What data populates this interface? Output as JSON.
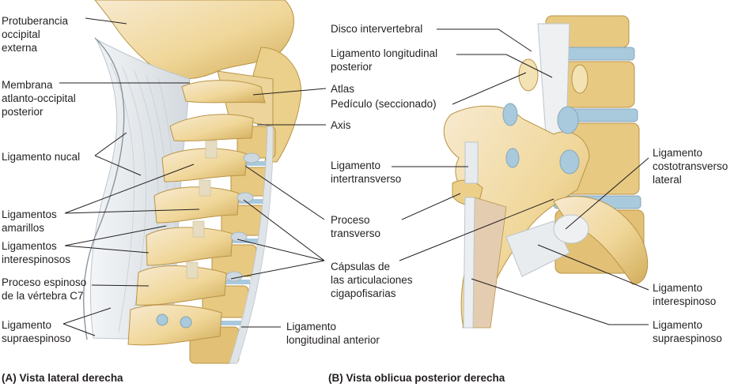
{
  "panel_a": {
    "caption": "(A) Vista lateral derecha",
    "labels": {
      "protuberancia": [
        "Protuberancia",
        "occipital",
        "externa"
      ],
      "membrana": [
        "Membrana",
        "atlanto-occipital",
        "posterior"
      ],
      "nucal": [
        "Ligamento nucal"
      ],
      "amarillos": [
        "Ligamentos",
        "amarillos"
      ],
      "interespinosos": [
        "Ligamentos",
        "interespinosos"
      ],
      "c7": [
        "Proceso espinoso",
        "de la vértebra C7"
      ],
      "supraespinoso": [
        "Ligamento",
        "supraespinoso"
      ],
      "atlas": [
        "Atlas"
      ],
      "axis": [
        "Axis"
      ],
      "long_anterior": [
        "Ligamento",
        "longitudinal anterior"
      ]
    }
  },
  "panel_b": {
    "caption": "(B) Vista oblicua posterior derecha",
    "labels": {
      "disco": [
        "Disco intervertebral"
      ],
      "long_posterior": [
        "Ligamento longitudinal",
        "posterior"
      ],
      "pediculo": [
        "Pedículo (seccionado)"
      ],
      "intertransverso": [
        "Ligamento",
        "intertransverso"
      ],
      "proceso_transverso": [
        "Proceso",
        "transverso"
      ],
      "capsulas": [
        "Cápsulas de",
        "las articulaciones",
        "cigapofisarias"
      ],
      "costotransverso": [
        "Ligamento",
        "costotransverso",
        "lateral"
      ],
      "interespinoso": [
        "Ligamento",
        "interespinoso"
      ],
      "supraespinoso": [
        "Ligamento",
        "supraespinoso"
      ]
    }
  },
  "colors": {
    "bone": "#f2dfa6",
    "bone_shadow": "#d9b868",
    "bone_edge": "#b99446",
    "ligament": "#e9ecef",
    "ligament_line": "#bcc5cc",
    "disc": "#a9c9dc",
    "skin_edge": "#8d969d",
    "text": "#231f20"
  }
}
